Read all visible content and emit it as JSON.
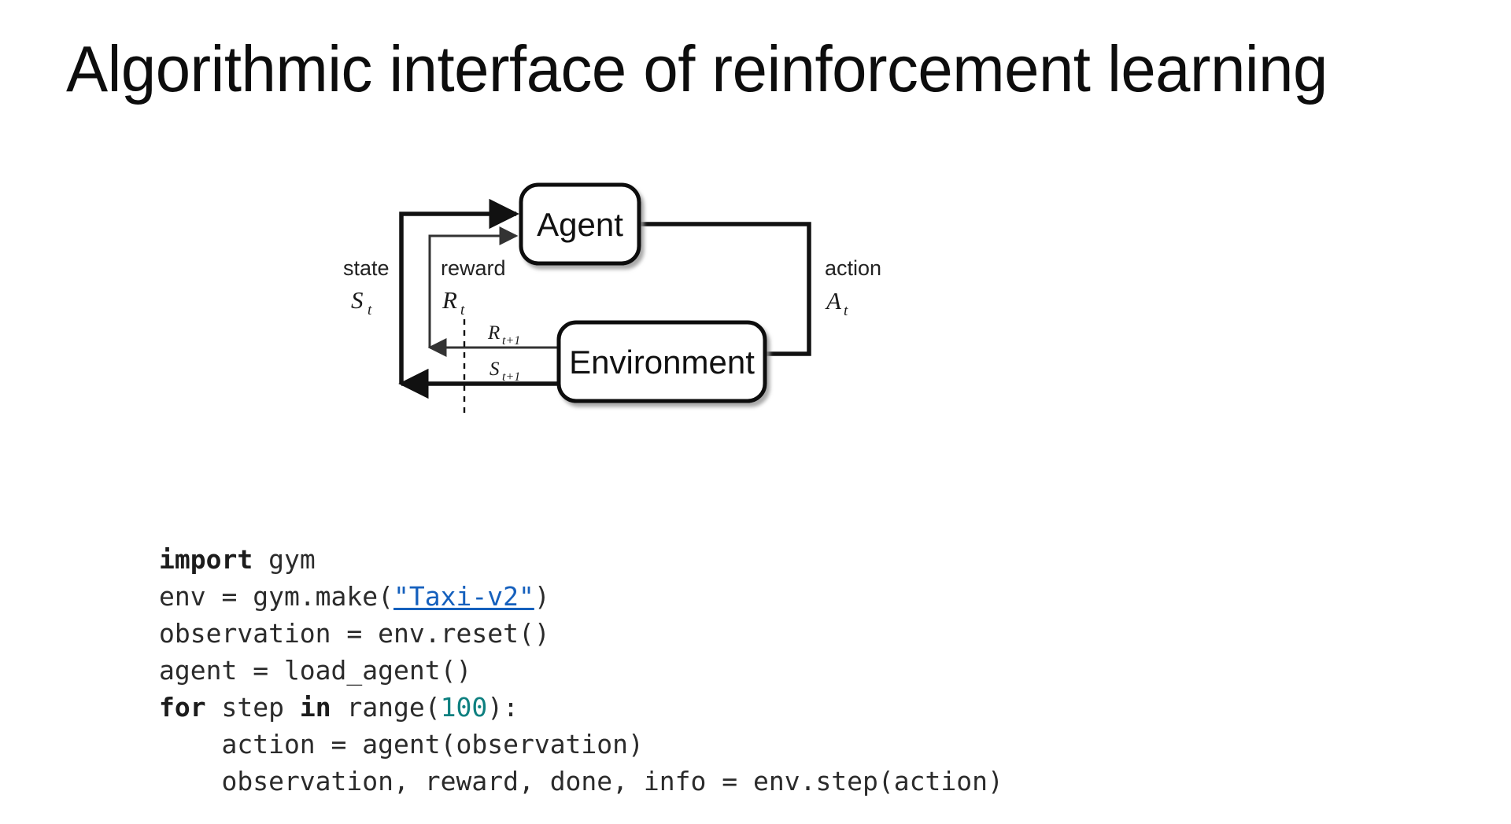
{
  "slide": {
    "title": "Algorithmic interface of reinforcement learning"
  },
  "diagram": {
    "name": "agent-environment-interaction-loop",
    "nodes": {
      "agent": "Agent",
      "environment": "Environment"
    },
    "edge_labels": {
      "state_word": "state",
      "state_sym": "S",
      "state_sub": "t",
      "reward_word": "reward",
      "reward_sym": "R",
      "reward_sub": "t",
      "action_word": "action",
      "action_sym": "A",
      "action_sub": "t",
      "reward_next_sym": "R",
      "reward_next_sub": "t+1",
      "state_next_sym": "S",
      "state_next_sub": "t+1"
    },
    "colors": {
      "stroke": "#111111",
      "box_fill": "#ffffff",
      "shadow": "#b4b4b4"
    }
  },
  "code": {
    "language": "python",
    "link_text": "\"Taxi-v2\"",
    "lines": [
      {
        "segments": [
          {
            "text": "import",
            "type": "keyword"
          },
          {
            "text": " gym",
            "type": "plain"
          }
        ]
      },
      {
        "segments": [
          {
            "text": "env = gym.make(",
            "type": "plain"
          },
          {
            "text": "\"Taxi-v2\"",
            "type": "link"
          },
          {
            "text": ")",
            "type": "plain"
          }
        ]
      },
      {
        "segments": [
          {
            "text": "observation = env.reset()",
            "type": "plain"
          }
        ]
      },
      {
        "segments": [
          {
            "text": "agent = load_agent()",
            "type": "plain"
          }
        ]
      },
      {
        "segments": [
          {
            "text": "for",
            "type": "keyword"
          },
          {
            "text": " step ",
            "type": "plain"
          },
          {
            "text": "in",
            "type": "keyword"
          },
          {
            "text": " range(",
            "type": "plain"
          },
          {
            "text": "100",
            "type": "number"
          },
          {
            "text": "):",
            "type": "plain"
          }
        ]
      },
      {
        "segments": [
          {
            "text": "    action = agent(observation)",
            "type": "plain"
          }
        ]
      },
      {
        "segments": [
          {
            "text": "    observation, reward, done, info = env.step(action)",
            "type": "plain"
          }
        ]
      }
    ],
    "colors": {
      "text": "#2b2b2b",
      "keyword": "#1c1c1c",
      "number": "#0e8080",
      "link": "#1560bd"
    }
  }
}
